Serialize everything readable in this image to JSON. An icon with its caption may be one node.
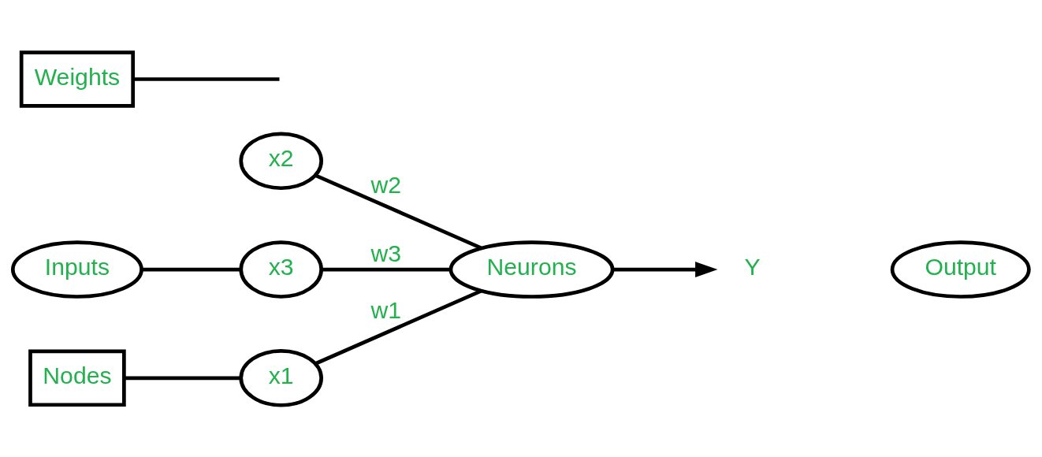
{
  "diagram": {
    "nodes": [
      {
        "text": [
          "x1"
        ]
      },
      {
        "text": [
          "Nodes"
        ]
      },
      {
        "text": [
          "Weights"
        ]
      },
      {
        "text": [
          "x2"
        ]
      },
      {
        "text": [
          "Neurons"
        ]
      },
      {
        "text": [
          "Y"
        ]
      },
      {
        "text": [
          "Output"
        ]
      },
      {
        "text": [
          "x3"
        ]
      },
      {
        "text": [
          "Inputs"
        ]
      }
    ],
    "edges": [
      {
        "from": 1,
        "to": 0,
        "arrow": "none"
      },
      {
        "from": 0,
        "to": 4,
        "arrow": "none",
        "label": "w1"
      },
      {
        "from": 2,
        "to": null,
        "arrow": "none"
      },
      {
        "from": 3,
        "to": 4,
        "arrow": "none",
        "label": "w2"
      },
      {
        "from": 7,
        "to": 4,
        "arrow": "none",
        "label": "w3"
      },
      {
        "from": 4,
        "to": 5,
        "arrow": "to"
      },
      {
        "from": 8,
        "to": 7,
        "arrow": "none"
      }
    ]
  }
}
